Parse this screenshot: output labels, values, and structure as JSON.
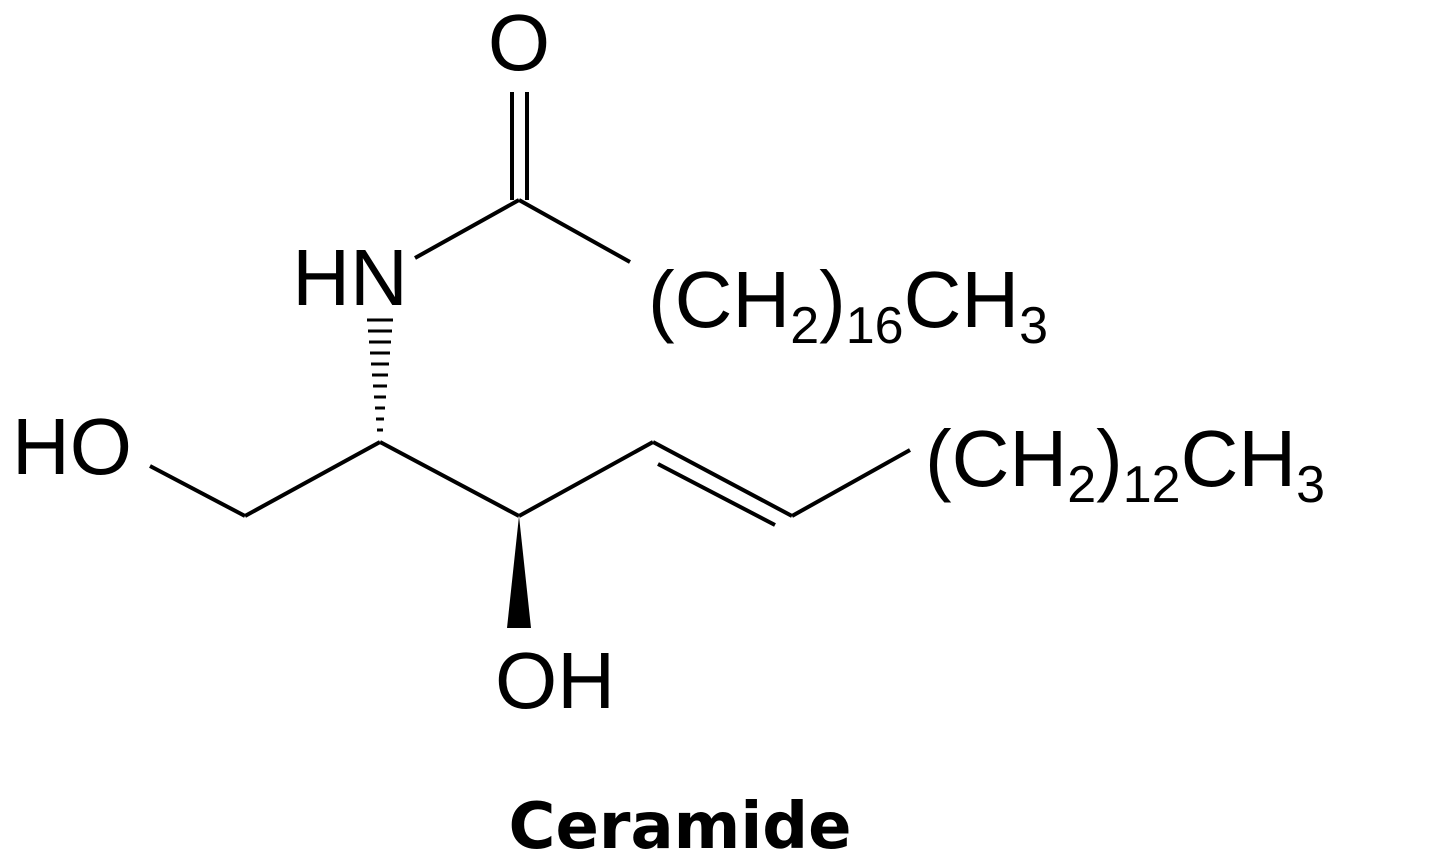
{
  "molecule": {
    "name": "Ceramide",
    "labels": {
      "carbonyl_oxygen": "O",
      "amide": "HN",
      "acyl_chain": {
        "open": "(CH",
        "sub1": "2",
        "close": ")",
        "count": "16",
        "tail": "CH",
        "sub2": "3"
      },
      "primary_hydroxyl": "HO",
      "secondary_hydroxyl": "OH",
      "sphingoid_chain": {
        "open": "(CH",
        "sub1": "2",
        "close": ")",
        "count": "12",
        "tail": "CH",
        "sub2": "3"
      }
    },
    "stereo": {
      "amide_bond": "hashed-wedge",
      "hydroxyl_bond": "solid-wedge",
      "alkene": "trans"
    }
  }
}
